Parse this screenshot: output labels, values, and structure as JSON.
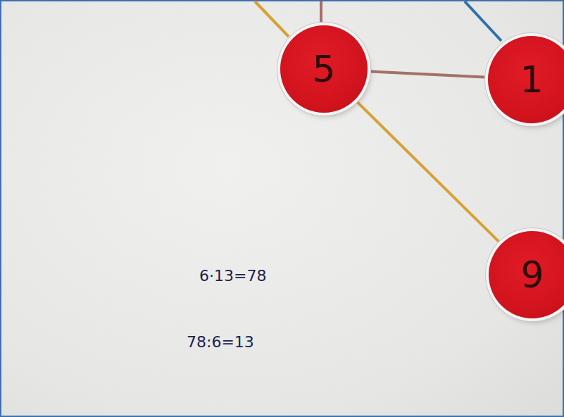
{
  "diagram": {
    "nodes": [
      {
        "text": [
          "5"
        ]
      },
      {
        "text": [
          "1"
        ]
      },
      {
        "text": [
          "9"
        ]
      }
    ],
    "edges": [
      {
        "from": 0,
        "to": 1,
        "arrow": "none"
      },
      {
        "from": 0,
        "to": 2,
        "arrow": "none"
      }
    ],
    "labels": [
      "6·13=78",
      "78:6=13"
    ]
  }
}
